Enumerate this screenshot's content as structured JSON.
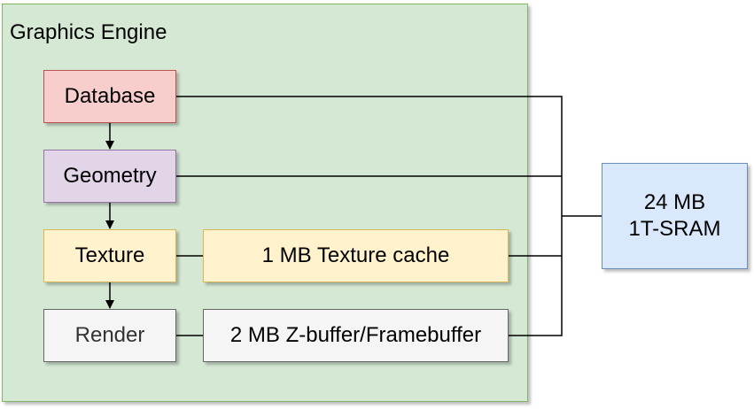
{
  "diagram": {
    "container": {
      "title": "Graphics Engine"
    },
    "stages": [
      {
        "label": "Database"
      },
      {
        "label": "Geometry"
      },
      {
        "label": "Texture"
      },
      {
        "label": "Render"
      }
    ],
    "texture_cache": {
      "label": "1 MB Texture cache"
    },
    "zbuffer": {
      "label": "2 MB Z-buffer/Framebuffer"
    },
    "memory": {
      "line1": "24 MB",
      "line2": "1T-SRAM"
    },
    "colors": {
      "container_fill": "#d5e8d4",
      "database_fill": "#f8cecc",
      "geometry_fill": "#e1d5e7",
      "texture_fill": "#fff2cc",
      "render_fill": "#f5f5f5",
      "memory_fill": "#dae8fc"
    }
  }
}
